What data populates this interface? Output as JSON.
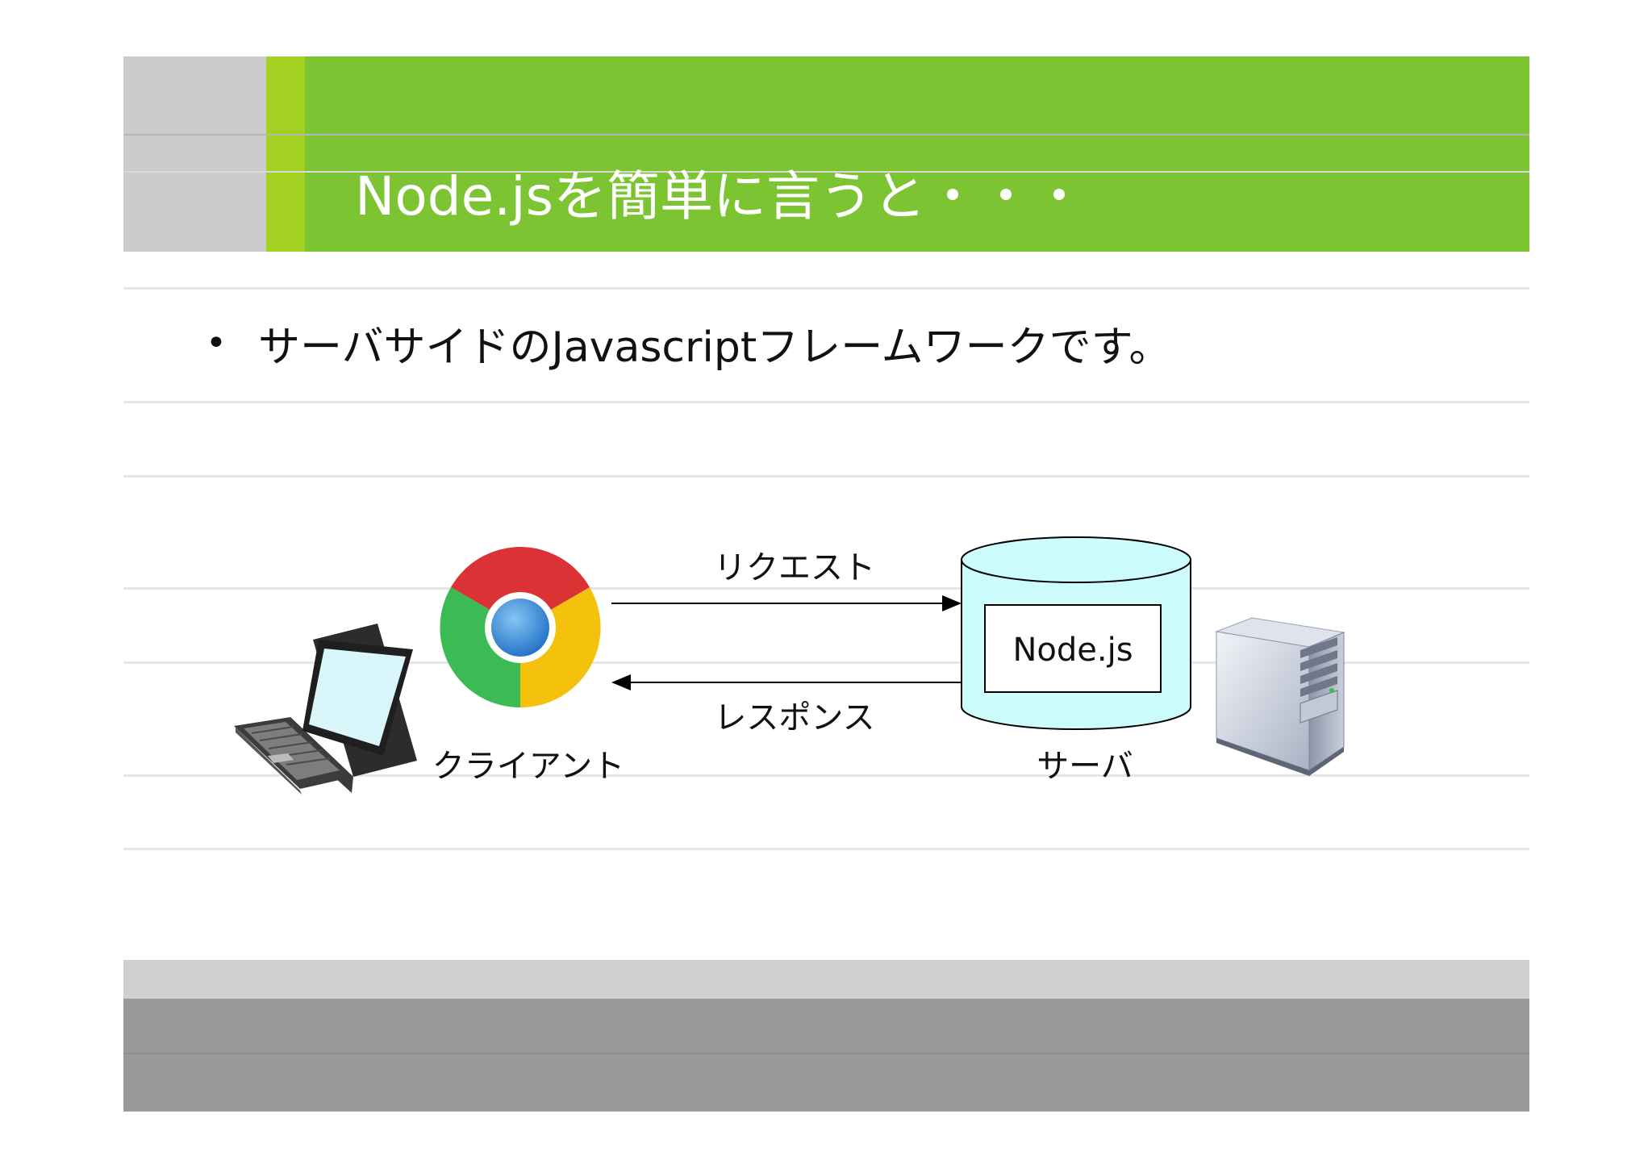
{
  "slide": {
    "title": "Node.jsを簡単に言うと・・・",
    "bullet_symbol": "•",
    "bullet": "サーバサイドのJavascriptフレームワークです。"
  },
  "diagram": {
    "request_label": "リクエスト",
    "response_label": "レスポンス",
    "client_label": "クライアント",
    "server_label": "サーバ",
    "node_label": "Node.js",
    "icons": [
      "laptop-icon",
      "chrome-browser-icon",
      "server-tower-icon",
      "cylinder-shape"
    ]
  },
  "colors": {
    "title_green": "#7dc433",
    "title_lime": "#a3d122",
    "title_gray": "#cccccc",
    "cylinder_fill": "#ccfcfc",
    "footer_light": "#d0cfd1",
    "footer_dark": "#9a999b"
  }
}
